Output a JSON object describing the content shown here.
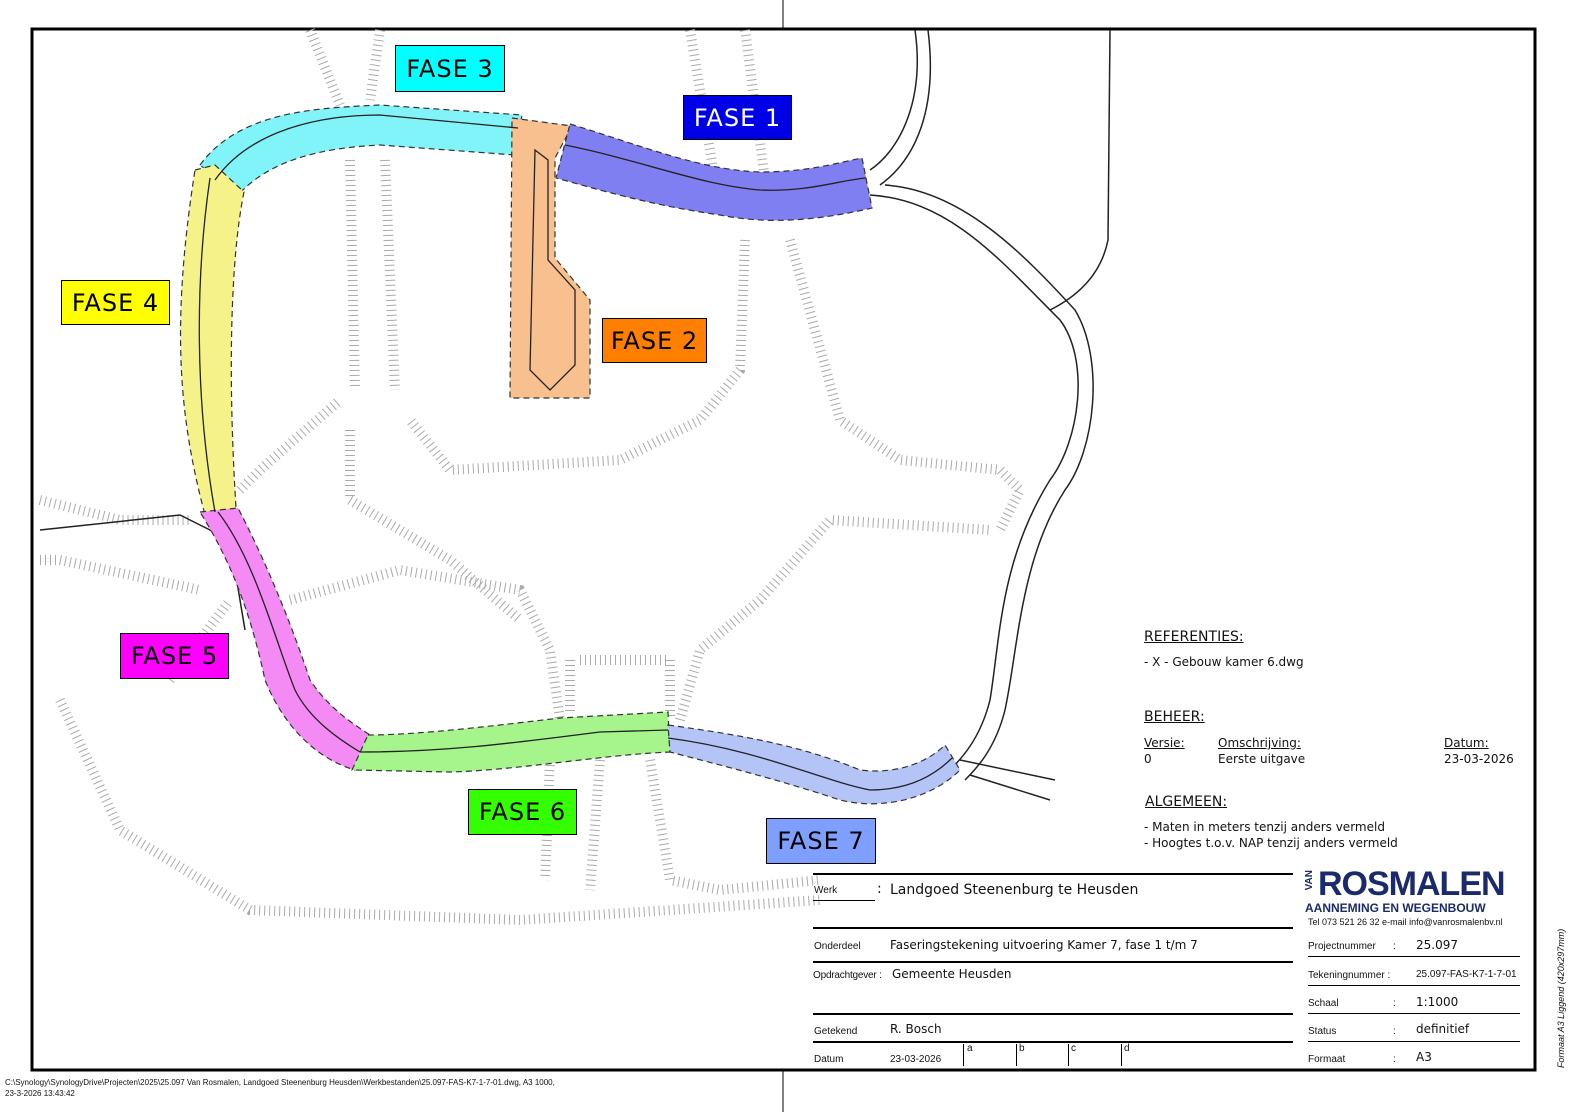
{
  "phases": [
    {
      "label": "FASE 1",
      "color": "#0000e6",
      "band": "#7f7ff2",
      "text": "#ffffff"
    },
    {
      "label": "FASE 2",
      "color": "#ff8000",
      "band": "#f7c08e",
      "text": "#000000"
    },
    {
      "label": "FASE 3",
      "color": "#00ffff",
      "band": "#80f4f8",
      "text": "#000000"
    },
    {
      "label": "FASE 4",
      "color": "#ffff00",
      "band": "#f6f28a",
      "text": "#000000"
    },
    {
      "label": "FASE 5",
      "color": "#ff00ff",
      "band": "#f48af4",
      "text": "#000000"
    },
    {
      "label": "FASE 6",
      "color": "#33ff00",
      "band": "#a6f48c",
      "text": "#000000"
    },
    {
      "label": "FASE 7",
      "color": "#7f9fff",
      "band": "#b4c4f6",
      "text": "#000000"
    }
  ],
  "notes": {
    "referenties_title": "REFERENTIES:",
    "referenties_items": [
      "- X - Gebouw kamer 6.dwg"
    ],
    "beheer_title": "BEHEER:",
    "beheer_headers": {
      "versie": "Versie:",
      "omschrijving": "Omschrijving:",
      "datum": "Datum:"
    },
    "beheer_row": {
      "versie": "0",
      "omschrijving": "Eerste uitgave",
      "datum": "23-03-2026"
    },
    "algemeen_title": "ALGEMEEN:",
    "algemeen_items": [
      "- Maten in meters tenzij anders vermeld",
      "- Hoogtes t.o.v. NAP tenzij anders vermeld"
    ]
  },
  "titleblock": {
    "werk_label": "Werk",
    "werk": "Landgoed Steenenburg te Heusden",
    "onderdeel_label": "Onderdeel",
    "onderdeel": "Faseringstekening uitvoering Kamer 7, fase 1 t/m 7",
    "opdrachtgever_label": "Opdrachtgever :",
    "opdrachtgever": "Gemeente Heusden",
    "getekend_label": "Getekend",
    "getekend": "R. Bosch",
    "datum_label": "Datum",
    "datum": "23-03-2026",
    "rev": [
      "a",
      "b",
      "c",
      "d"
    ],
    "company": "ROSMALEN",
    "company_prefix": "VAN",
    "company_sub": "AANNEMING EN WEGENBOUW",
    "contact": "Tel 073 521 26 32   e-mail info@vanrosmalenbv.nl",
    "projectnummer_label": "Projectnummer",
    "projectnummer": "25.097",
    "tekeningnummer_label": "Tekeningnummer :",
    "tekeningnummer": "25.097-FAS-K7-1-7-01",
    "schaal_label": "Schaal",
    "schaal": "1:1000",
    "status_label": "Status",
    "status": "definitief",
    "formaat_label": "Formaat",
    "formaat": "A3",
    "colon": ":"
  },
  "side_text": "Formaat A3 Liggend (420x297mm)",
  "footer": {
    "path": "C:\\Synology\\SynologyDrive\\Projecten\\2025\\25.097 Van Rosmalen, Landgoed Steenenburg Heusden\\Werkbestanden\\25.097-FAS-K7-1-7-01.dwg, A3 1000,",
    "timestamp": "23-3-2026 13:43:42"
  }
}
